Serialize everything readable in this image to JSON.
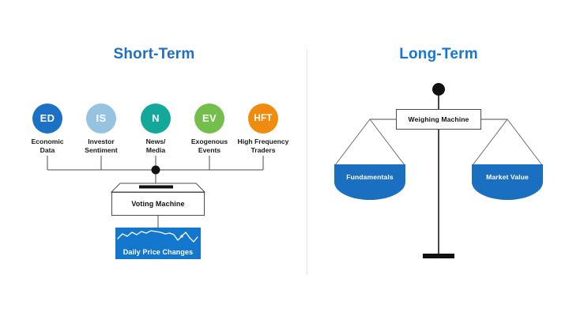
{
  "diagram": {
    "type": "conceptual-diagram",
    "divider": {
      "orientation": "vertical",
      "color": "#e3e3e3"
    }
  },
  "panels": {
    "left": {
      "title": "Short-Term",
      "title_color": "#1f6fc4",
      "metaphor": "voting-machine",
      "drivers": [
        {
          "abbr": "ED",
          "label": "Economic\nData",
          "color": "#1b72c4"
        },
        {
          "abbr": "IS",
          "label": "Investor\nSentiment",
          "color": "#95c3e0"
        },
        {
          "abbr": "N",
          "label": "News/\nMedia",
          "color": "#13a89a"
        },
        {
          "abbr": "EV",
          "label": "Exogenous\nEvents",
          "color": "#74bf4b"
        },
        {
          "abbr": "HFT",
          "label": "High Frequency\nTraders",
          "color": "#ef8c10"
        }
      ],
      "machine": {
        "name": "Voting Machine",
        "shape": "ballot-box-with-slot"
      },
      "output": {
        "name": "Daily Price Changes",
        "color": "#1377cd",
        "text_color": "#ffffff",
        "sparkline_color": "#ffffff",
        "sparkline": [
          14,
          8,
          11,
          6,
          9,
          5,
          7,
          4,
          5,
          6,
          8,
          7,
          9,
          16,
          11,
          6,
          13,
          18,
          12,
          9
        ]
      }
    },
    "right": {
      "title": "Long-Term",
      "title_color": "#1676d2",
      "metaphor": "weighing-machine",
      "machine": {
        "name": "Weighing Machine",
        "shape": "balance-beam"
      },
      "pans": [
        {
          "name": "Fundamentals",
          "side": "left",
          "color": "#1b6fc0",
          "text_color": "#ffffff"
        },
        {
          "name": "Market Value",
          "side": "right",
          "color": "#1b6fc0",
          "text_color": "#ffffff"
        }
      ],
      "stand": {
        "post_color": "#1a1a1a",
        "base_color": "#111111",
        "pivot_color": "#111111"
      }
    }
  },
  "palette": {
    "line": "#4d4d4d",
    "node": "#111111",
    "background": "#ffffff"
  }
}
